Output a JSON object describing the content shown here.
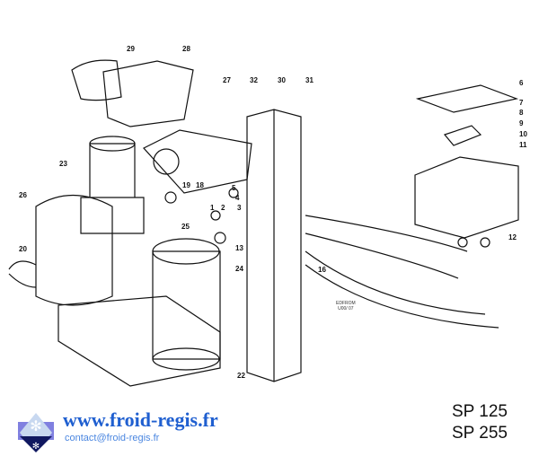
{
  "callouts": [
    "29",
    "28",
    "27",
    "32",
    "30",
    "31",
    "6",
    "7",
    "8",
    "9",
    "10",
    "11",
    "12",
    "23",
    "19",
    "18",
    "5",
    "4",
    "3",
    "2",
    "1",
    "25",
    "26",
    "20",
    "13",
    "24",
    "16",
    "22"
  ],
  "stamp": {
    "line1": "EDFROM",
    "line2": "U00/ 07"
  },
  "footer": {
    "website": "www.froid-regis.fr",
    "email": "contact@froid-regis.fr",
    "models": [
      "SP 125",
      "SP 255"
    ]
  }
}
